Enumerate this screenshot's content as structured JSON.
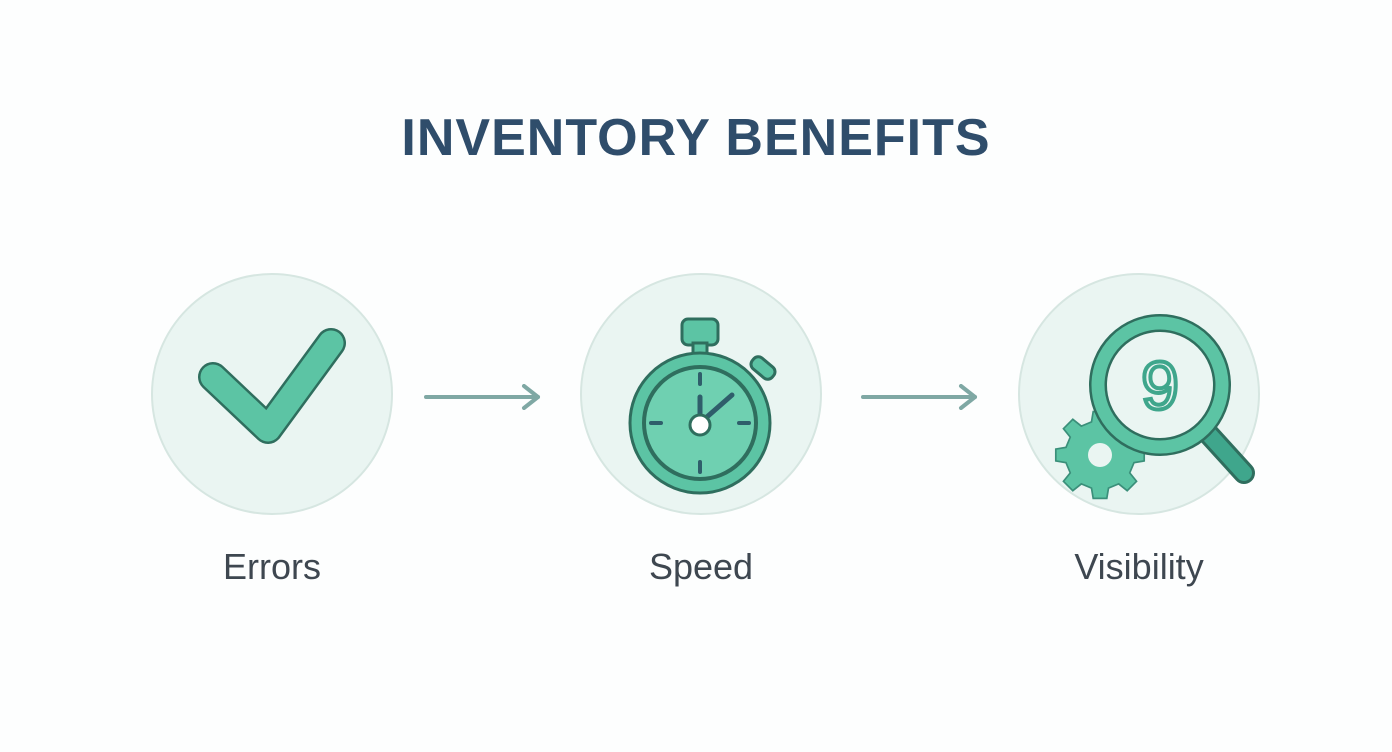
{
  "title": "INVENTORY BENEFITS",
  "steps": [
    {
      "label": "Errors",
      "icon": "checkmark-icon"
    },
    {
      "label": "Speed",
      "icon": "stopwatch-icon"
    },
    {
      "label": "Visibility",
      "icon": "magnifier-gear-icon"
    }
  ],
  "colors": {
    "accent": "#5cc4a4",
    "outline": "#2f6e5e",
    "title": "#2f4d6b",
    "label": "#3e4750",
    "arrow": "#7fa8a4",
    "circle_bg": "#eaf5f2"
  }
}
